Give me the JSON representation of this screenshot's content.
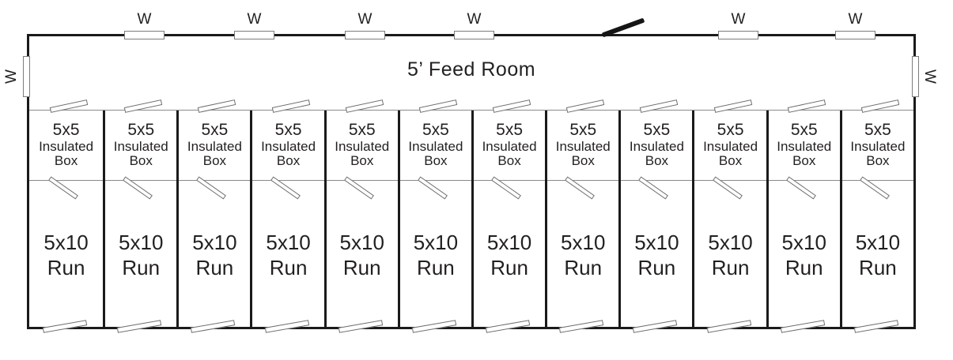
{
  "plan": {
    "feed_room_label": "5’ Feed Room",
    "windows": {
      "top": [
        "W",
        "W",
        "W",
        "W",
        "W",
        "W"
      ],
      "left": "W",
      "right": "W"
    },
    "stalls": [
      {
        "box_size": "5x5",
        "box_line1": "Insulated",
        "box_line2": "Box",
        "run_size": "5x10",
        "run_label": "Run"
      },
      {
        "box_size": "5x5",
        "box_line1": "Insulated",
        "box_line2": "Box",
        "run_size": "5x10",
        "run_label": "Run"
      },
      {
        "box_size": "5x5",
        "box_line1": "Insulated",
        "box_line2": "Box",
        "run_size": "5x10",
        "run_label": "Run"
      },
      {
        "box_size": "5x5",
        "box_line1": "Insulated",
        "box_line2": "Box",
        "run_size": "5x10",
        "run_label": "Run"
      },
      {
        "box_size": "5x5",
        "box_line1": "Insulated",
        "box_line2": "Box",
        "run_size": "5x10",
        "run_label": "Run"
      },
      {
        "box_size": "5x5",
        "box_line1": "Insulated",
        "box_line2": "Box",
        "run_size": "5x10",
        "run_label": "Run"
      },
      {
        "box_size": "5x5",
        "box_line1": "Insulated",
        "box_line2": "Box",
        "run_size": "5x10",
        "run_label": "Run"
      },
      {
        "box_size": "5x5",
        "box_line1": "Insulated",
        "box_line2": "Box",
        "run_size": "5x10",
        "run_label": "Run"
      },
      {
        "box_size": "5x5",
        "box_line1": "Insulated",
        "box_line2": "Box",
        "run_size": "5x10",
        "run_label": "Run"
      },
      {
        "box_size": "5x5",
        "box_line1": "Insulated",
        "box_line2": "Box",
        "run_size": "5x10",
        "run_label": "Run"
      },
      {
        "box_size": "5x5",
        "box_line1": "Insulated",
        "box_line2": "Box",
        "run_size": "5x10",
        "run_label": "Run"
      },
      {
        "box_size": "5x5",
        "box_line1": "Insulated",
        "box_line2": "Box",
        "run_size": "5x10",
        "run_label": "Run"
      }
    ],
    "colors": {
      "wall": "#1a1a1a",
      "partition_line": "#8a8a8a",
      "door_mark_border": "#6d6e71",
      "text": "#231f20"
    }
  }
}
